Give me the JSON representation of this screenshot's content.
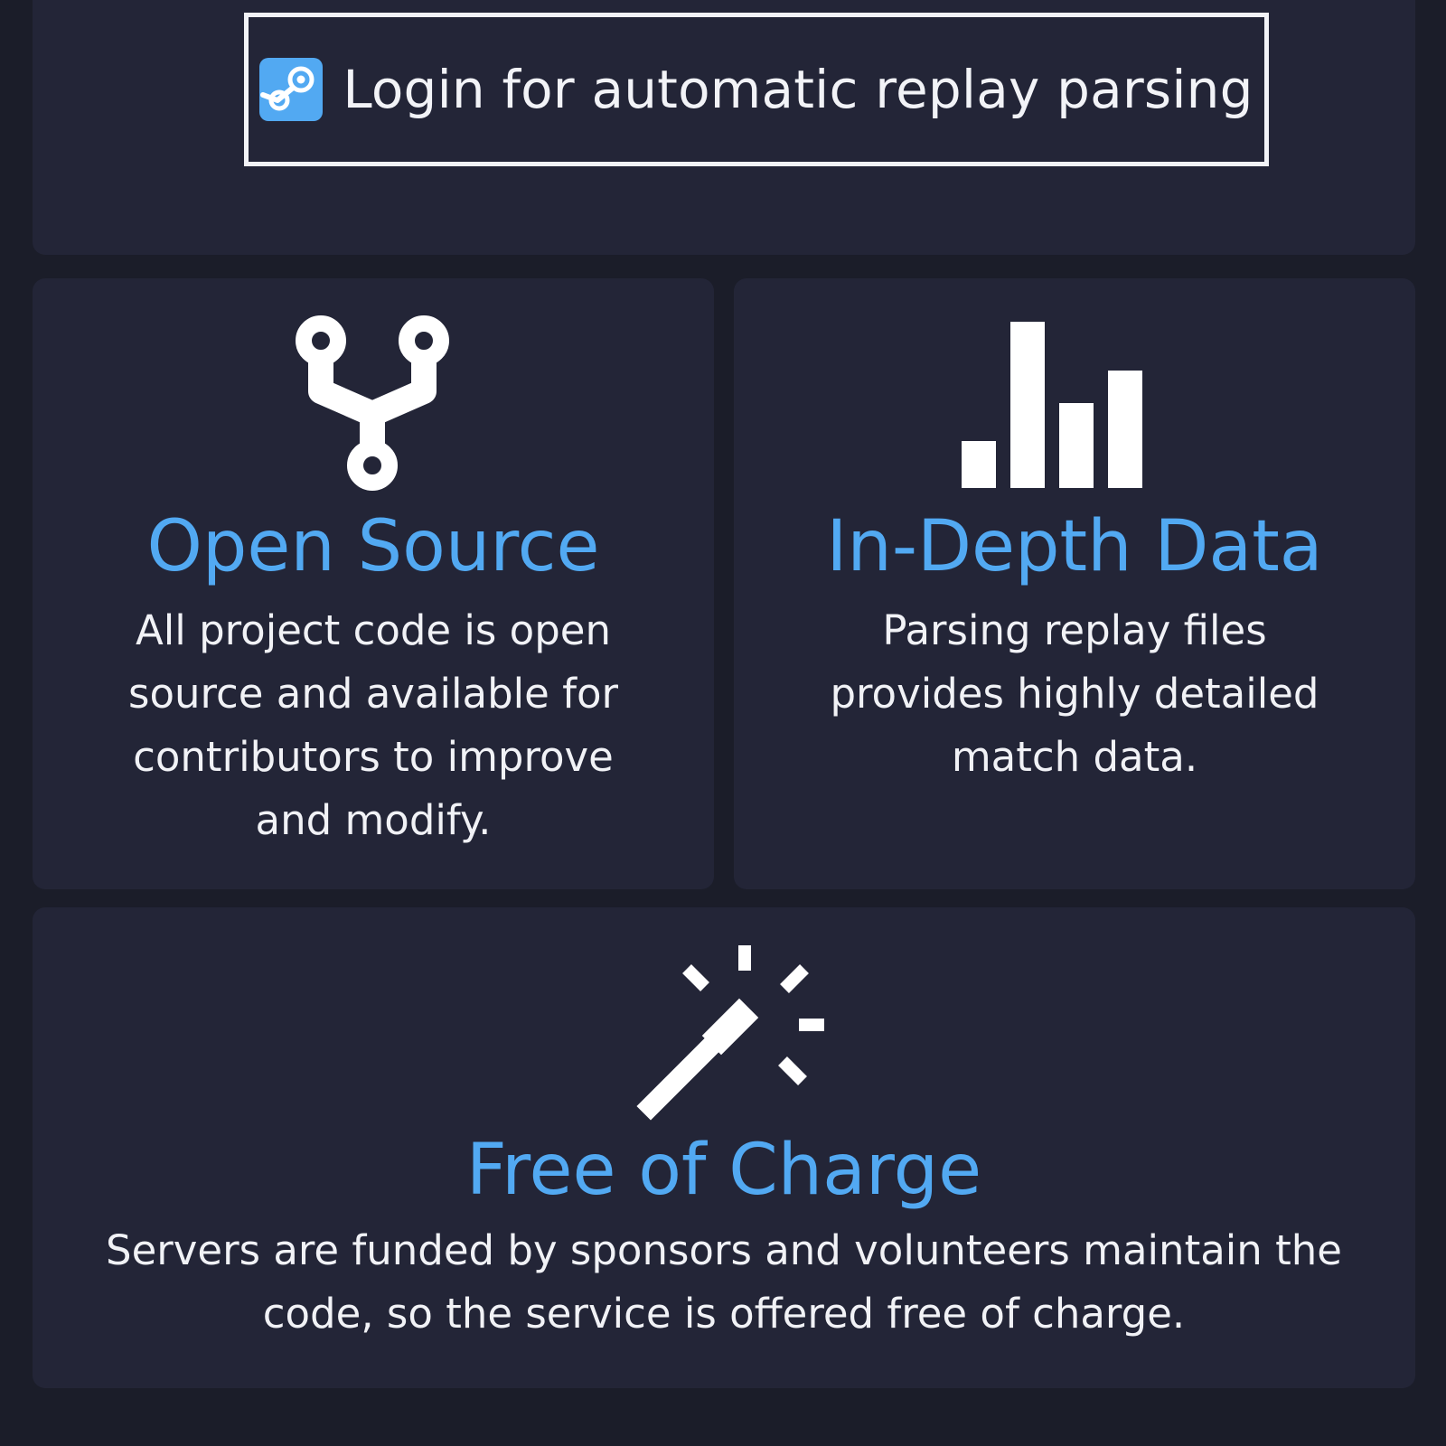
{
  "login": {
    "label": "Login for automatic replay parsing",
    "icon": "steam-icon"
  },
  "features": [
    {
      "icon": "code-fork-icon",
      "title": "Open Source",
      "text": "All project code is open source and available for contributors to improve and modify."
    },
    {
      "icon": "bar-chart-icon",
      "title": "In-Depth Data",
      "text": "Parsing replay files provides highly detailed match data."
    },
    {
      "icon": "magic-wand-icon",
      "title": "Free of Charge",
      "text": "Servers are funded by sponsors and volunteers maintain the code, so the service is offered free of charge."
    }
  ],
  "colors": {
    "page_background": "#1b1d29",
    "panel_background": "#232537",
    "accent": "#52a9f2",
    "text": "#f1f2f6"
  }
}
